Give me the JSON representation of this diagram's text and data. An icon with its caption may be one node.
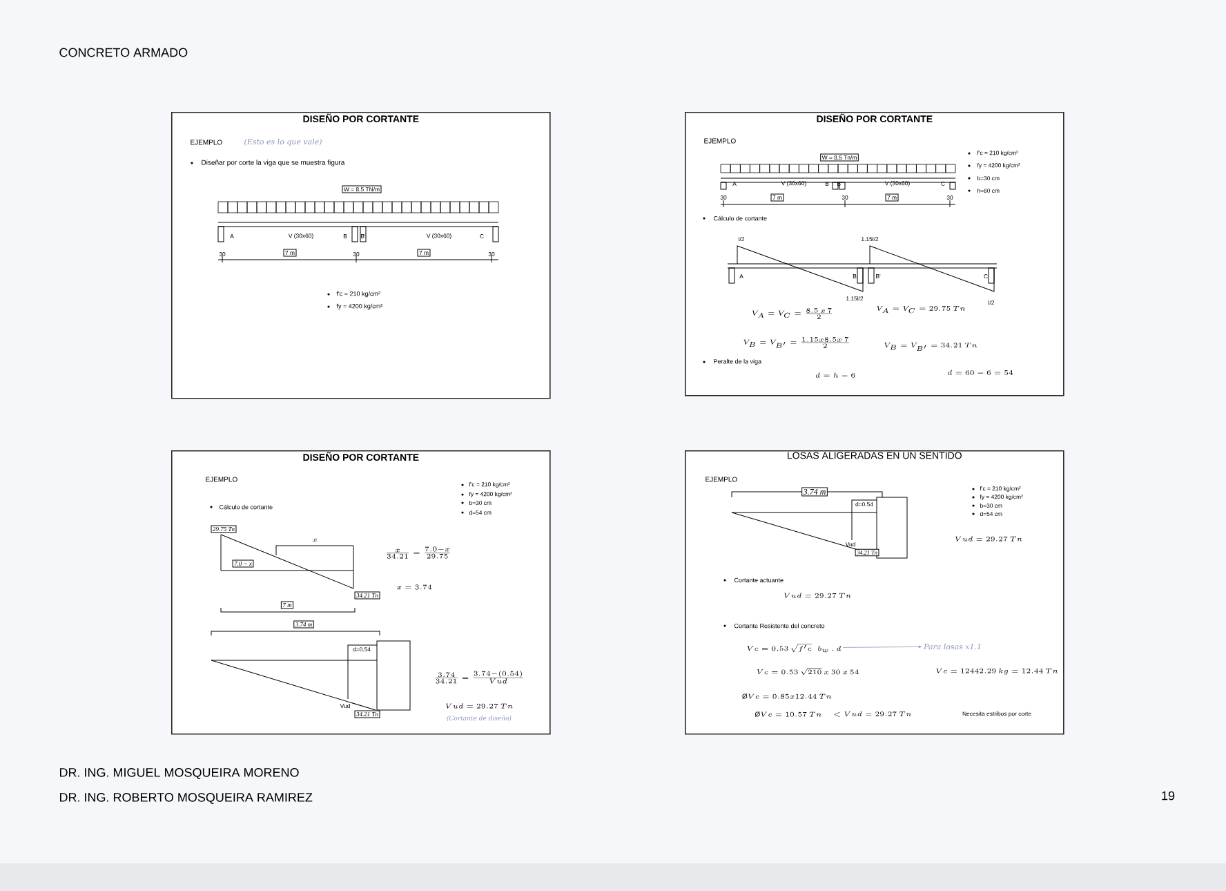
{
  "diagram": {
    "nodes": [
      {
        "text": [
          "DISEÑO POR CORTANTE"
        ]
      },
      {
        "text": [
          "DISEÑO POR CORTANTE"
        ]
      },
      {
        "text": [
          "DISEÑO POR CORTANTE"
        ]
      },
      {
        "text": [
          "LOSAS ALIGERADAS EN UN SENTIDO"
        ]
      },
      {
        "text": [
          "W = 8.5 TN/m"
        ],
        "in": 0
      },
      {
        "text": [
          "7 m"
        ],
        "in": 0
      },
      {
        "text": [
          "7 m"
        ],
        "in": 0
      },
      {
        "text": [
          "W = 8.5 Tn/m"
        ],
        "in": 1
      },
      {
        "text": [
          "7 m"
        ],
        "in": 1
      },
      {
        "text": [
          "7 m"
        ],
        "in": 1
      },
      {
        "text": [
          "29.75 Tn"
        ],
        "in": 2
      },
      {
        "text": [
          "7.0 − x"
        ],
        "in": 2
      },
      {
        "text": [
          "34.21 Tn"
        ],
        "in": 2
      },
      {
        "text": [
          "7 m"
        ],
        "in": 2
      },
      {
        "text": [
          "3.74 m"
        ],
        "in": 2
      },
      {
        "text": [
          "34.21 Tn"
        ],
        "in": 2
      },
      {
        "text": [
          "3.74 m"
        ],
        "in": 3
      },
      {
        "text": [
          "34.21 Tn"
        ],
        "in": 3
      },
      {
        "text": [
          "Vc = 0.53\\,\\sqrt{f'c}\\;\\;b_w\\,.\\,d"
        ],
        "in": 3
      },
      {
        "text": [
          "Para losas x1.1"
        ],
        "in": 3
      }
    ],
    "edges": [
      {
        "from": 18,
        "to": 19,
        "arrow": "to"
      }
    ],
    "labels": [
      "CONCRETO ARMADO",
      "EJEMPLO",
      "(Esto es lo que vale)",
      "Diseñar por corte la viga que se muestra figura",
      "A",
      "V (30x60)",
      "B",
      "B'",
      "V (30x60)",
      "C",
      "30",
      "30",
      "30",
      "f'c = 210 kg/cm²",
      "fy = 4200 kg/cm²",
      "EJEMPLO",
      "f'c = 210 kg/cm²",
      "fy = 4200 kg/cm²",
      "b=30 cm",
      "h=60 cm",
      "A",
      "V (30x60)",
      "B",
      "B'",
      "V (30x60)",
      "C",
      "30",
      "30",
      "30",
      "Cálculo de cortante",
      "l/2",
      "1.15l/2",
      "A",
      "B",
      "B'",
      "C",
      "1.15l/2",
      "l/2",
      "V_A = V_C = \\frac{8.5\\,x\\,7}{2}",
      "V_A = V_C = 29.75\\ Tn",
      "V_B = V_{B'} = \\frac{1.15x8.5x\\ 7}{2}",
      "V_B = V_{B'} = 34.21\\ Tn",
      "Peralte de la viga",
      "d = h - 6",
      "d = 60 - 6 = 54",
      "EJEMPLO",
      "f'c = 210 kg/cm²",
      "fy = 4200 kg/cm²",
      "b=30 cm",
      "d=54 cm",
      "Cálculo de cortante",
      "x",
      "\\frac{x}{34.21} = \\frac{7.0 - x}{29.75}",
      "x = 3.74",
      "d=0.54",
      "Vud",
      "\\frac{3.74}{34.21} = \\frac{3.74 - (0.54)}{Vud}",
      "Vud = 29.27\\ Tn",
      "(Cortante de diseño)",
      "EJEMPLO",
      "d=0.54",
      "Vud",
      "f'c = 210 kg/cm²",
      "fy = 4200 kg/cm²",
      "b=30 cm",
      "d=54 cm",
      "Vud = 29.27\\ Tn",
      "Cortante actuante",
      "Vud = 29.27\\ Tn",
      "Cortante Resistente del concreto",
      "Vc = 0.53\\,\\sqrt{210}\\ x\\ 30\\ x\\ 54",
      "Vc = 12442.29\\ kg = 12.44\\ Tn",
      "\\mbox{Ø}Vc = 0.85x12.44\\ Tn",
      "\\mbox{Ø}Vc = 10.57\\ Tn",
      "< Vud = 29.27\\ Tn",
      "Necesita estribos por corte",
      "DR. ING. MIGUEL MOSQUEIRA MORENO",
      "DR. ING. ROBERTO MOSQUEIRA RAMIREZ",
      "19"
    ]
  }
}
